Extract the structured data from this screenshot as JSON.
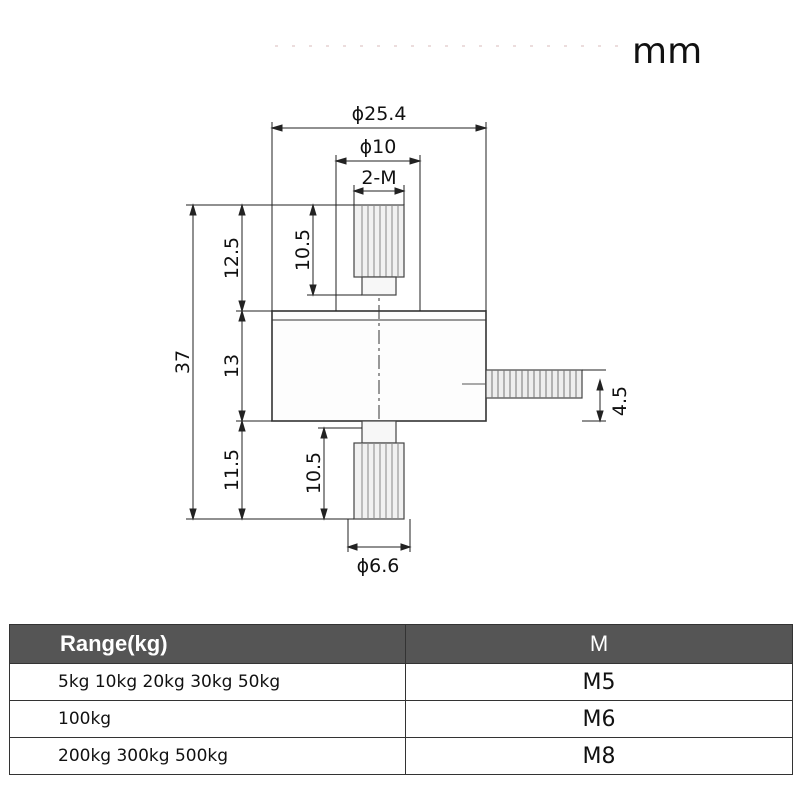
{
  "header": {
    "unit_label": "mm"
  },
  "drawing": {
    "dim_outer_diameter": "ϕ25.4",
    "dim_thread_diameter": "ϕ10",
    "dim_thread_label": "2-M",
    "dim_total_height": "37",
    "dim_top_section": "12.5",
    "dim_body_height": "13",
    "dim_bottom_section": "11.5",
    "dim_top_thread_length": "10.5",
    "dim_bottom_thread_length": "10.5",
    "dim_bottom_diameter": "ϕ6.6",
    "dim_cable_diameter": "4.5"
  },
  "table": {
    "headers": {
      "range": "Range(kg)",
      "m": "M"
    },
    "rows": [
      {
        "range": "5kg 10kg 20kg 30kg 50kg",
        "m": "M5"
      },
      {
        "range": "100kg",
        "m": "M6"
      },
      {
        "range": "200kg 300kg 500kg",
        "m": "M8"
      }
    ]
  }
}
